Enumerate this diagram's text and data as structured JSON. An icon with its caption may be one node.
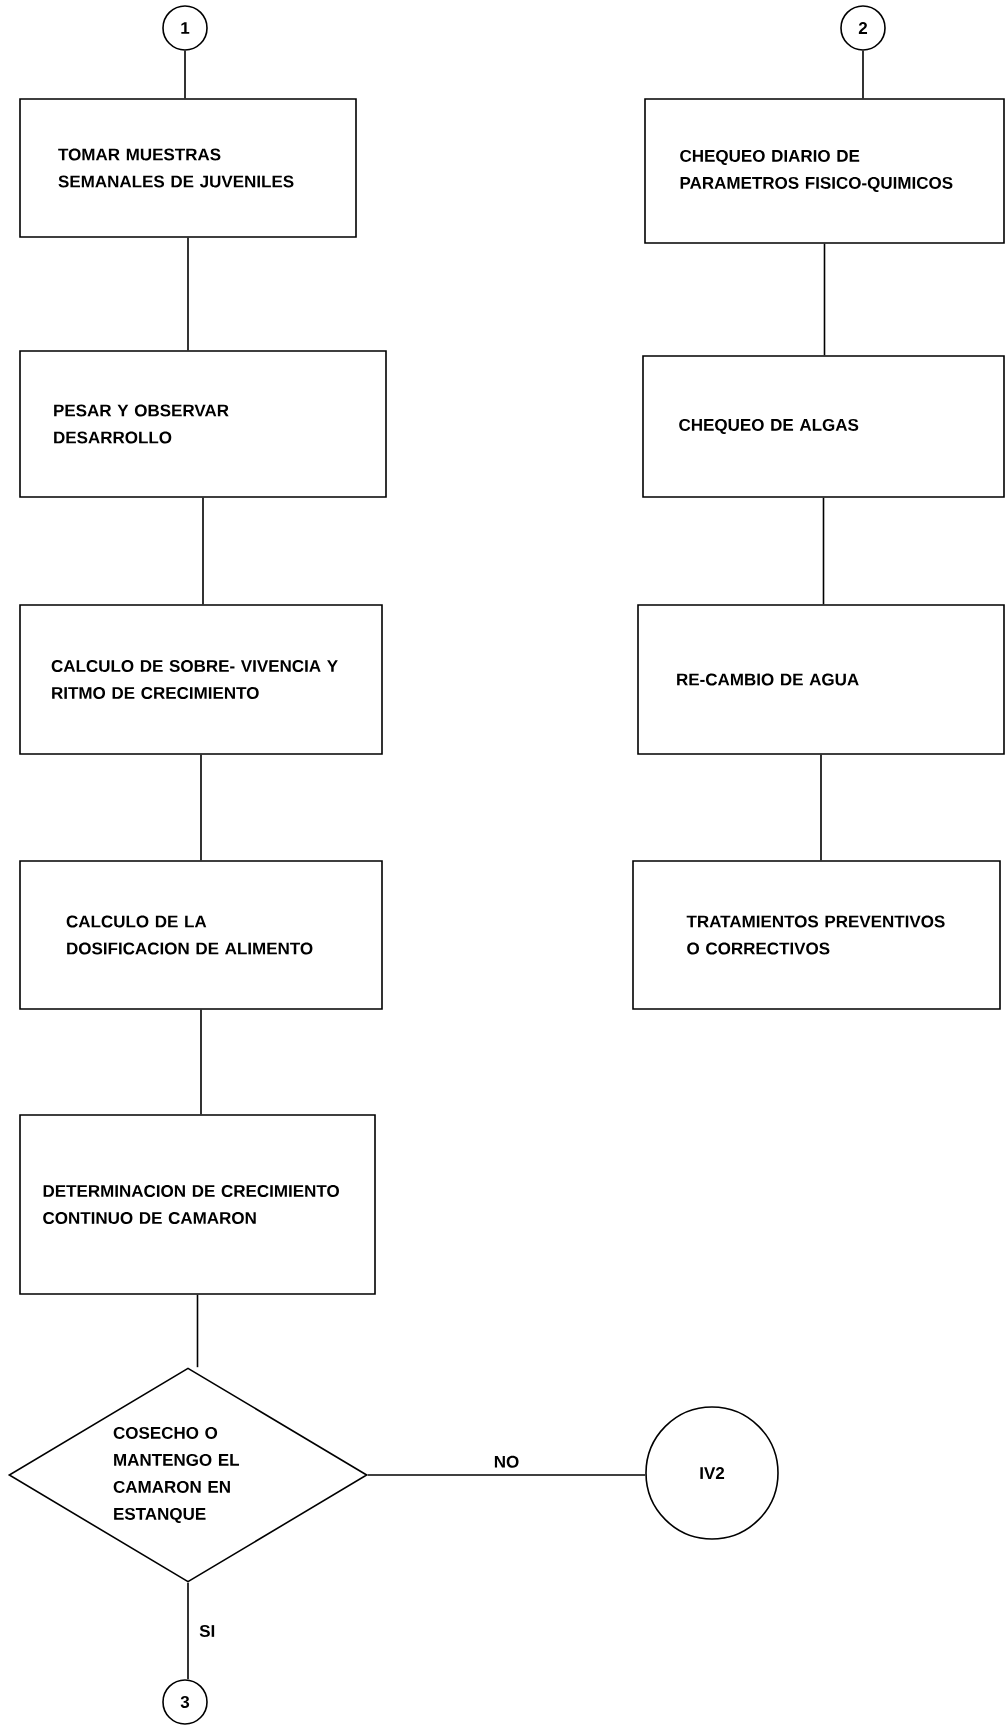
{
  "diagram": {
    "nodes": [
      {
        "text": [
          "1"
        ]
      },
      {
        "text": [
          "TOMAR MUESTRAS SEMANALES DE JUVENILES"
        ]
      },
      {
        "text": [
          "PESAR Y OBSERVAR DESARROLLO"
        ]
      },
      {
        "text": [
          "CALCULO DE SOBRE- VIVENCIA Y RITMO DE CRECIMIENTO"
        ]
      },
      {
        "text": [
          "CALCULO DE LA DOSIFICACION DE ALIMENTO"
        ]
      },
      {
        "text": [
          "DETERMINACION DE CRECIMIENTO CONTINUO DE CAMARON"
        ]
      },
      {
        "text": [
          "COSECHO O MANTENGO EL CAMARON EN ESTANQUE"
        ]
      },
      {
        "text": [
          "3"
        ]
      },
      {
        "text": [
          "IV2"
        ]
      },
      {
        "text": [
          "2"
        ]
      },
      {
        "text": [
          "CHEQUEO DIARIO DE PARAMETROS FISICO-QUIMICOS"
        ]
      },
      {
        "text": [
          "CHEQUEO DE ALGAS"
        ]
      },
      {
        "text": [
          "RE-CAMBIO DE AGUA"
        ]
      },
      {
        "text": [
          "TRATAMIENTOS PREVENTIVOS O CORRECTIVOS"
        ]
      }
    ],
    "edges": [
      {
        "from": 0,
        "to": 1,
        "arrow": "none"
      },
      {
        "from": 1,
        "to": 2,
        "arrow": "none"
      },
      {
        "from": 2,
        "to": 3,
        "arrow": "none"
      },
      {
        "from": 3,
        "to": 4,
        "arrow": "none"
      },
      {
        "from": 4,
        "to": 5,
        "arrow": "none"
      },
      {
        "from": 5,
        "to": 6,
        "arrow": "none"
      },
      {
        "from": 6,
        "to": 8,
        "arrow": "none",
        "label": "NO"
      },
      {
        "from": 6,
        "to": 7,
        "arrow": "none",
        "label": "SI"
      },
      {
        "from": 9,
        "to": 10,
        "arrow": "none"
      },
      {
        "from": 10,
        "to": 11,
        "arrow": "none"
      },
      {
        "from": 11,
        "to": 12,
        "arrow": "none"
      },
      {
        "from": 12,
        "to": 13,
        "arrow": "none"
      }
    ]
  }
}
